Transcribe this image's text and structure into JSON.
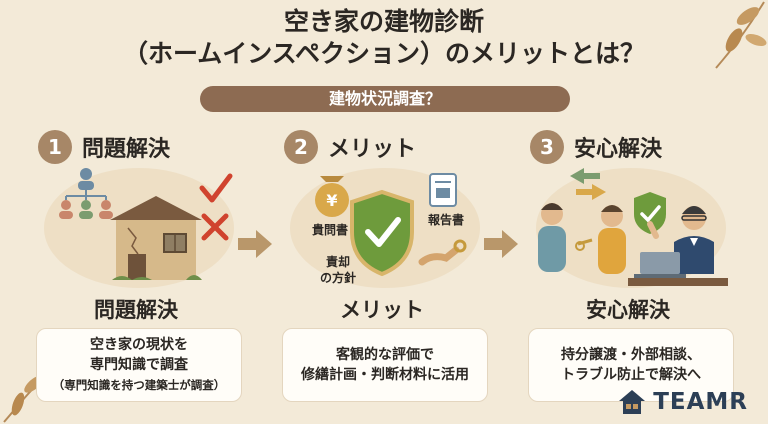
{
  "title": {
    "line1": "空き家の建物診断",
    "line2": "（ホームインスペクション）のメリットとは？"
  },
  "subtitle": "建物状況調査？",
  "steps": [
    {
      "number": "1",
      "heading": "問題解決",
      "label": "問題解決",
      "card": [
        "空き家の現状を",
        "専門知識で調査",
        "（専門知識を持つ建築士が調査）"
      ]
    },
    {
      "number": "2",
      "heading": "メリット",
      "label": "メリット",
      "card": [
        "客観的な評価で",
        "修繕計画・判断材料に活用"
      ],
      "tags": [
        "貴問書",
        "報告書",
        "責却",
        "の方針"
      ],
      "money_symbol": "¥"
    },
    {
      "number": "3",
      "heading": "安心解決",
      "label": "安心解決",
      "card": [
        "持分譲渡・外部相談、",
        "トラブル防止で解決へ"
      ]
    }
  ],
  "brand": {
    "name": "TEAMR"
  },
  "colors": {
    "background": "#f3ead8",
    "accent": "#a78767",
    "bar": "#8d6b52",
    "check_red": "#d0432e",
    "shield_green": "#6e9b3c",
    "arrow": "#b9976a",
    "brand": "#2c3f56"
  },
  "icons": [
    "org-chart-icon",
    "house-icon",
    "check-mark-icon",
    "cross-mark-icon",
    "money-bag-icon",
    "shield-check-icon",
    "document-icon",
    "key-handover-icon",
    "people-icon",
    "laptop-icon",
    "arrow-right-icon",
    "leaf-icon",
    "house-logo-icon"
  ]
}
